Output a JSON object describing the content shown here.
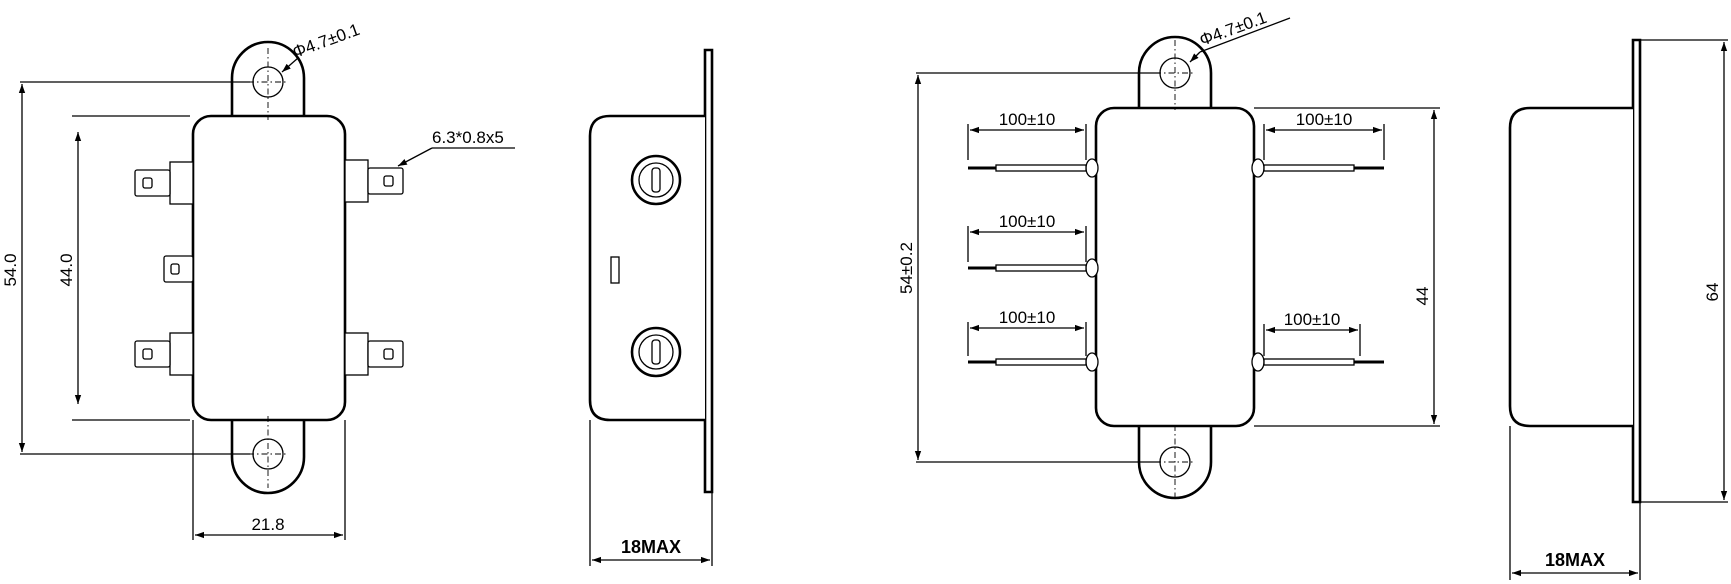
{
  "views": {
    "front_a": {
      "hole_dim": "Φ4.7±0.1",
      "terminal_dim": "6.3*0.8x5",
      "outer_height": "54.0",
      "inner_height": "44.0",
      "width": "21.8"
    },
    "side_a": {
      "depth": "18MAX"
    },
    "front_b": {
      "hole_dim": "Φ4.7±0.1",
      "lead_top_left": "100±10",
      "lead_top_right": "100±10",
      "lead_mid_left": "100±10",
      "lead_bot_left": "100±10",
      "lead_bot_right": "100±10",
      "mount_height": "54±0.2",
      "body_height": "44"
    },
    "side_b": {
      "overall_height": "64",
      "depth": "18MAX"
    }
  }
}
